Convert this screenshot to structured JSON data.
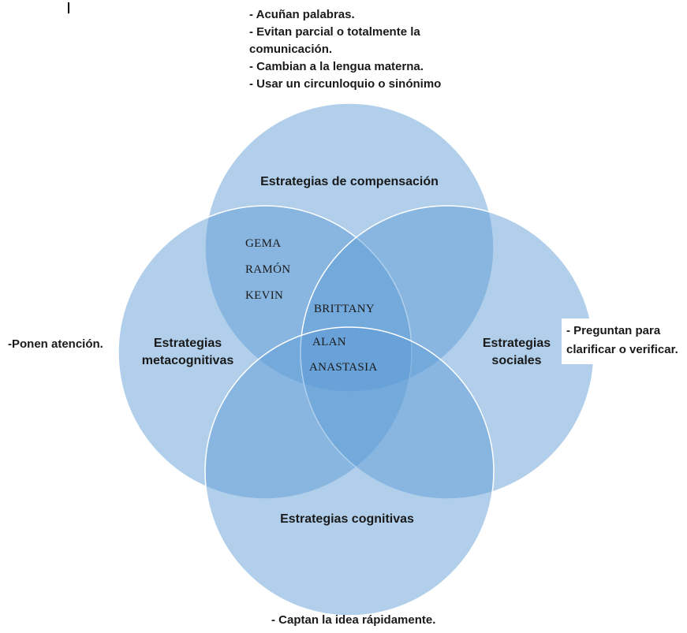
{
  "notes": {
    "top": [
      "- Acuñan palabras.",
      "- Evitan parcial o totalmente la",
      "comunicación.",
      "- Cambian a la lengua materna.",
      "- Usar un circunloquio o sinónimo"
    ],
    "left": "-Ponen atención.",
    "right": "-  Preguntan para clarificar o verificar.",
    "bottom": "- Captan la idea rápidamente."
  },
  "circles": {
    "compensacion": "Estrategias de compensación",
    "metacognitivas_line1": "Estrategias",
    "metacognitivas_line2": "metacognitivas",
    "sociales_line1": "Estrategias",
    "sociales_line2": "sociales",
    "cognitivas": "Estrategias cognitivas"
  },
  "names": {
    "gema": "GEMA",
    "ramon": "RAMÓN",
    "kevin": "KEVIN",
    "brittany": "BRITTANY",
    "alan": "ALAN",
    "anastasia": "ANASTASIA"
  },
  "colors": {
    "circle_fill": "#5b9bd5",
    "circle_stroke": "#ffffff"
  }
}
